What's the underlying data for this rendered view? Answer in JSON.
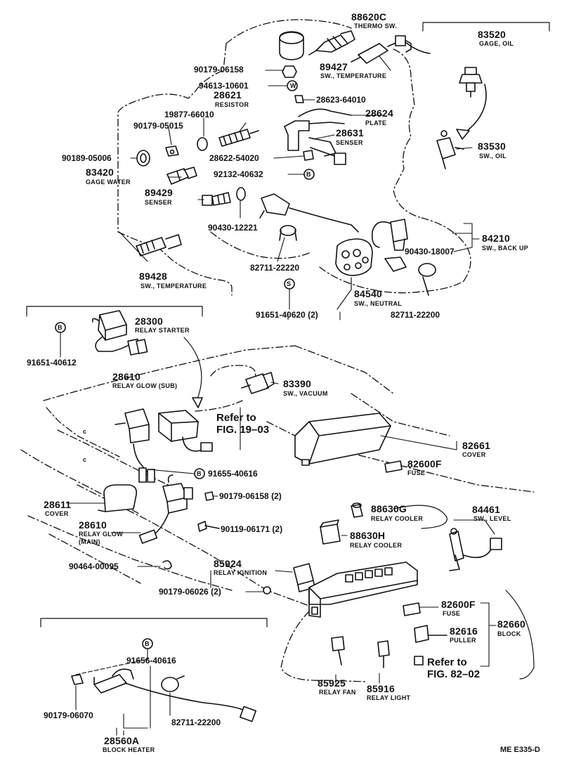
{
  "labels": {
    "p88620c": "88620C",
    "d88620c": "THERMO SW.",
    "p83520": "83520",
    "d83520": "GAGE, OIL",
    "p90179_06158a": "90179-06158",
    "p89427": "89427",
    "d89427": "SW., TEMPERATURE",
    "p94613": "94613-10601",
    "p28621": "28621",
    "d28621": "RESISTOR",
    "p28623": "28623-64010",
    "p19877": "19877-66010",
    "p28624": "28624",
    "d28624": "PLATE",
    "p90179_05015": "90179-05015",
    "p28631": "28631",
    "d28631": "SENSER",
    "p90189": "90189-05006",
    "p28622": "28622-54020",
    "p83530": "83530",
    "d83530": "SW., OIL",
    "p83420": "83420",
    "d83420": "GAGE WATER",
    "p92132": "92132-40632",
    "p89429": "89429",
    "d89429": "SENSER",
    "p90430_12221": "90430-12221",
    "p84210": "84210",
    "d84210": "SW., BACK UP",
    "p90430_18007": "90430-18007",
    "p82711_22220": "82711-22220",
    "p89428": "89428",
    "d89428": "SW., TEMPERATURE",
    "p84540": "84540",
    "d84540": "SW., NEUTRAL",
    "p91651_40620": "91651-40620 (2)",
    "p82711_22200a": "82711-22200",
    "p28300": "28300",
    "d28300": "RELAY STARTER",
    "p91651_40612": "91651-40612",
    "p28610a": "28610",
    "d28610a": "RELAY GLOW (SUB)",
    "p83390": "83390",
    "d83390": "SW., VACUUM",
    "ref1903a": "Refer to",
    "ref1903b": "FIG. 19–03",
    "p82661": "82661",
    "d82661": "COVER",
    "p82600f_a": "82600F",
    "d82600f_a": "FUSE",
    "p91655": "91655-40616",
    "p28611": "28611",
    "d28611": "COVER",
    "p90179_06158b": "90179-06158 (2)",
    "p28610b": "28610",
    "d28610b1": "RELAY GLOW",
    "d28610b2": "(MAIN)",
    "p90119": "90119-06171 (2)",
    "p88630g": "88630G",
    "d88630g": "RELAY COOLER",
    "p84461": "84461",
    "d84461": "SW., LEVEL",
    "p88630h": "88630H",
    "d88630h": "RELAY COOLER",
    "p90464": "90464-00095",
    "p85924": "85924",
    "d85924": "RELAY IGNITION",
    "p90179_06026": "90179-06026 (2)",
    "p82600f_b": "82600F",
    "d82600f_b": "FUSE",
    "p82616": "82616",
    "d82616": "PULLER",
    "p82660": "82660",
    "d82660": "BLOCK",
    "ref8202a": "Refer to",
    "ref8202b": "FIG. 82–02",
    "p91656": "91656-40616",
    "p90179_06070": "90179-06070",
    "p82711_22200b": "82711-22200",
    "p85925": "85925",
    "d85925": "RELAY FAN",
    "p85916": "85916",
    "d85916": "RELAY LIGHT",
    "p28560a": "28560A",
    "d28560a": "BLOCK HEATER",
    "code": "ME E335-D",
    "mark_w": "W",
    "mark_b": "B",
    "mark_s": "S",
    "mark_c": "c"
  }
}
